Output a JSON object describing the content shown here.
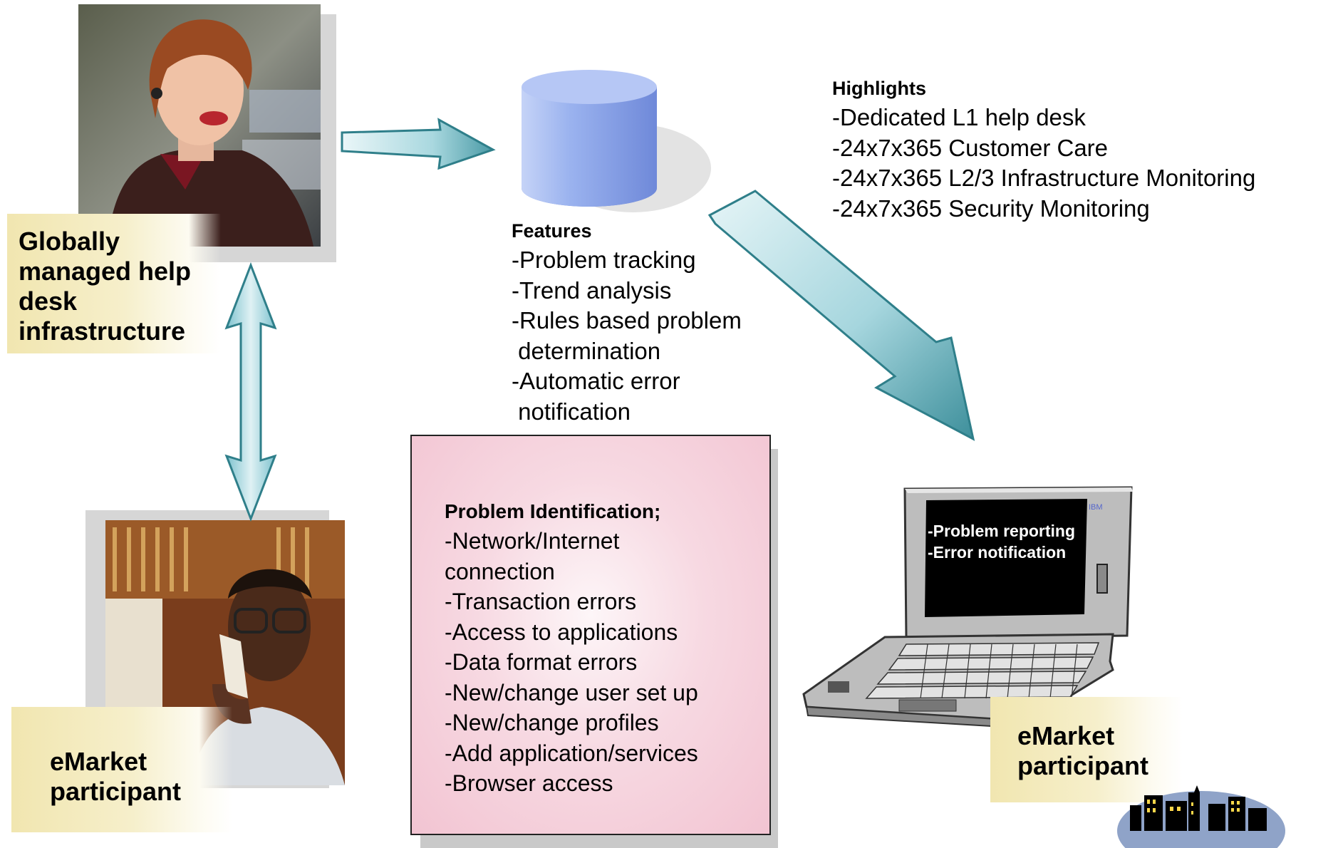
{
  "helpdesk": {
    "label_lines": [
      "Globally",
      "managed help",
      "desk",
      "infrastructure"
    ]
  },
  "participant_left": {
    "label_lines": [
      "eMarket",
      "participant"
    ]
  },
  "participant_right": {
    "label_lines": [
      "eMarket",
      "participant"
    ]
  },
  "features": {
    "title": "Features",
    "items": [
      "-Problem tracking",
      "-Trend analysis",
      "-Rules based problem",
      " determination",
      "-Automatic error",
      " notification"
    ]
  },
  "highlights": {
    "title": "Highlights",
    "items": [
      "-Dedicated L1 help desk",
      "-24x7x365 Customer Care",
      "-24x7x365 L2/3 Infrastructure Monitoring",
      "-24x7x365 Security Monitoring"
    ]
  },
  "problem_identification": {
    "title": "Problem Identification;",
    "items": [
      "-Network/Internet",
      "connection",
      "-Transaction errors",
      "-Access to applications",
      "-Data format errors",
      "-New/change user set up",
      "-New/change profiles",
      "-Add application/services",
      "-Browser access"
    ]
  },
  "laptop": {
    "screen_lines": [
      "-Problem reporting",
      "-Error notification"
    ],
    "brand": "IBM"
  },
  "colors": {
    "label_bg": "#f1e6b0",
    "arrow_fill": "#9fd3dc",
    "arrow_edge": "#2f7f8a",
    "box_pink": "#f2c4d2",
    "cylinder": "#8fa8ec"
  }
}
